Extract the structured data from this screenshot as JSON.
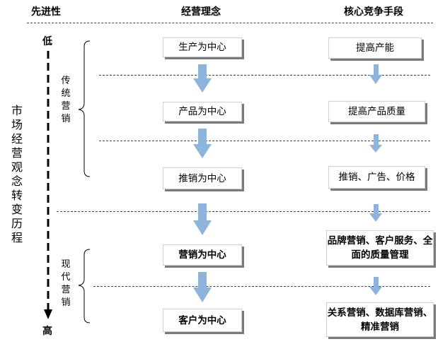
{
  "header": {
    "col1": "先进性",
    "col2": "经营理念",
    "col3": "核心竞争手段"
  },
  "side_title": "市场经营观念转变历程",
  "levels": {
    "low": "低",
    "high": "高"
  },
  "groups": {
    "traditional": "传统营销",
    "modern": "现代营销"
  },
  "concepts": [
    "生产为中心",
    "产品为中心",
    "推销为中心",
    "营销为中心",
    "客户为中心"
  ],
  "means": [
    "提高产能",
    "提高产品质量",
    "推销、广告、价格",
    "品牌营销、客户服务、全面的质量管理",
    "关系营销、数据库营销、精准营销"
  ],
  "colors": {
    "arrow": "#8fb4dc",
    "shadow": "#7a7a7a",
    "box_border": "#cfcfcf"
  }
}
